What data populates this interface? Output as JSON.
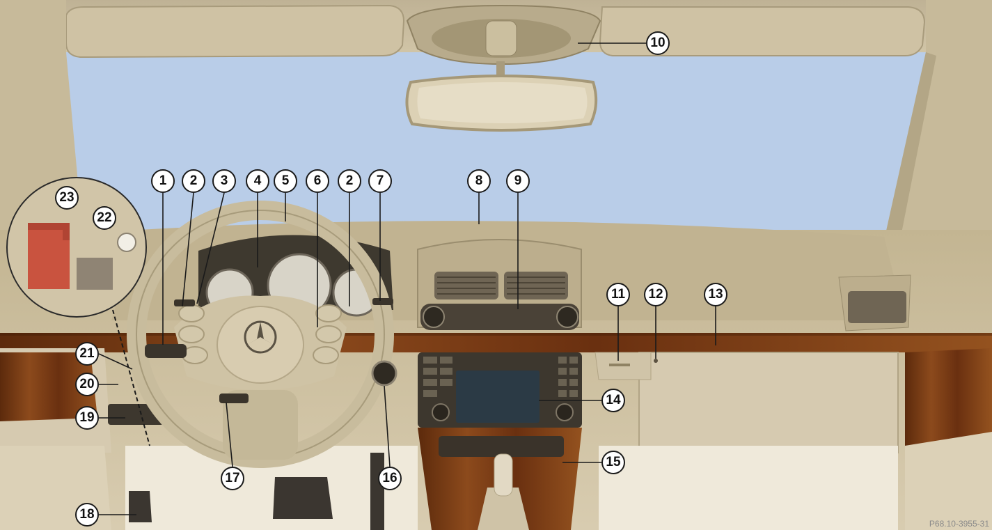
{
  "callouts": [
    "1",
    "2",
    "3",
    "4",
    "5",
    "6",
    "2",
    "7",
    "8",
    "9",
    "10",
    "11",
    "12",
    "13",
    "14",
    "15",
    "16",
    "17",
    "18",
    "19",
    "20",
    "21",
    "22",
    "23"
  ],
  "reference_code": "P68.10-3955-31",
  "colors": {
    "windshield": "#b9cde8",
    "headliner": "#c9bc9f",
    "dashboard": "#cdbf9f",
    "wood_trim": "#7a3d15",
    "callout_fill": "#ffffff",
    "callout_stroke": "#1a1a1a",
    "detail_pedal": "#c9533f"
  },
  "icons": [
    "mercedes-star-icon"
  ]
}
